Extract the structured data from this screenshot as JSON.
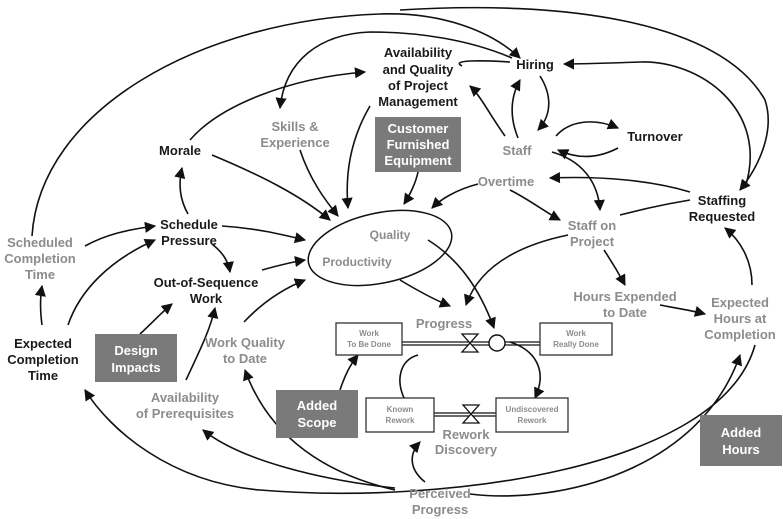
{
  "colors": {
    "dark_text": "#1a1a1a",
    "grey_text": "#8c8c8c",
    "exogenous_box": "#7a7a7a",
    "arrow": "#111111"
  },
  "variables": {
    "availability_quality_pm": [
      "Availability",
      "and Quality",
      "of Project",
      "Management"
    ],
    "hiring": [
      "Hiring"
    ],
    "skills_experience": [
      "Skills &",
      "Experience"
    ],
    "morale": [
      "Morale"
    ],
    "staff": [
      "Staff"
    ],
    "turnover": [
      "Turnover"
    ],
    "overtime": [
      "Overtime"
    ],
    "schedule_pressure": [
      "Schedule",
      "Pressure"
    ],
    "staffing_requested": [
      "Staffing",
      "Requested"
    ],
    "scheduled_completion_time": [
      "Scheduled",
      "Completion",
      "Time"
    ],
    "quality": [
      "Quality"
    ],
    "productivity": [
      "Productivity"
    ],
    "staff_on_project": [
      "Staff on",
      "Project"
    ],
    "out_of_sequence_work": [
      "Out-of-Sequence",
      "Work"
    ],
    "hours_expended": [
      "Hours Expended",
      "to Date"
    ],
    "expected_hours": [
      "Expected",
      "Hours at",
      "Completion"
    ],
    "expected_completion_time": [
      "Expected",
      "Completion",
      "Time"
    ],
    "work_quality_to_date": [
      "Work Quality",
      "to Date"
    ],
    "progress": [
      "Progress"
    ],
    "availability_prerequisites": [
      "Availability",
      "of Prerequisites"
    ],
    "rework_discovery": [
      "Rework",
      "Discovery"
    ],
    "perceived_progress": [
      "Perceived",
      "Progress"
    ]
  },
  "exogenous_boxes": {
    "customer_furnished_equipment": [
      "Customer",
      "Furnished",
      "Equipment"
    ],
    "design_impacts": [
      "Design",
      "Impacts"
    ],
    "added_scope": [
      "Added",
      "Scope"
    ],
    "added_hours": [
      "Added",
      "Hours"
    ]
  },
  "stocks": {
    "work_to_be_done": [
      "Work",
      "To Be Done"
    ],
    "work_really_done": [
      "Work",
      "Really Done"
    ],
    "known_rework": [
      "Known",
      "Rework"
    ],
    "undiscovered_rework": [
      "Undiscovered",
      "Rework"
    ]
  }
}
